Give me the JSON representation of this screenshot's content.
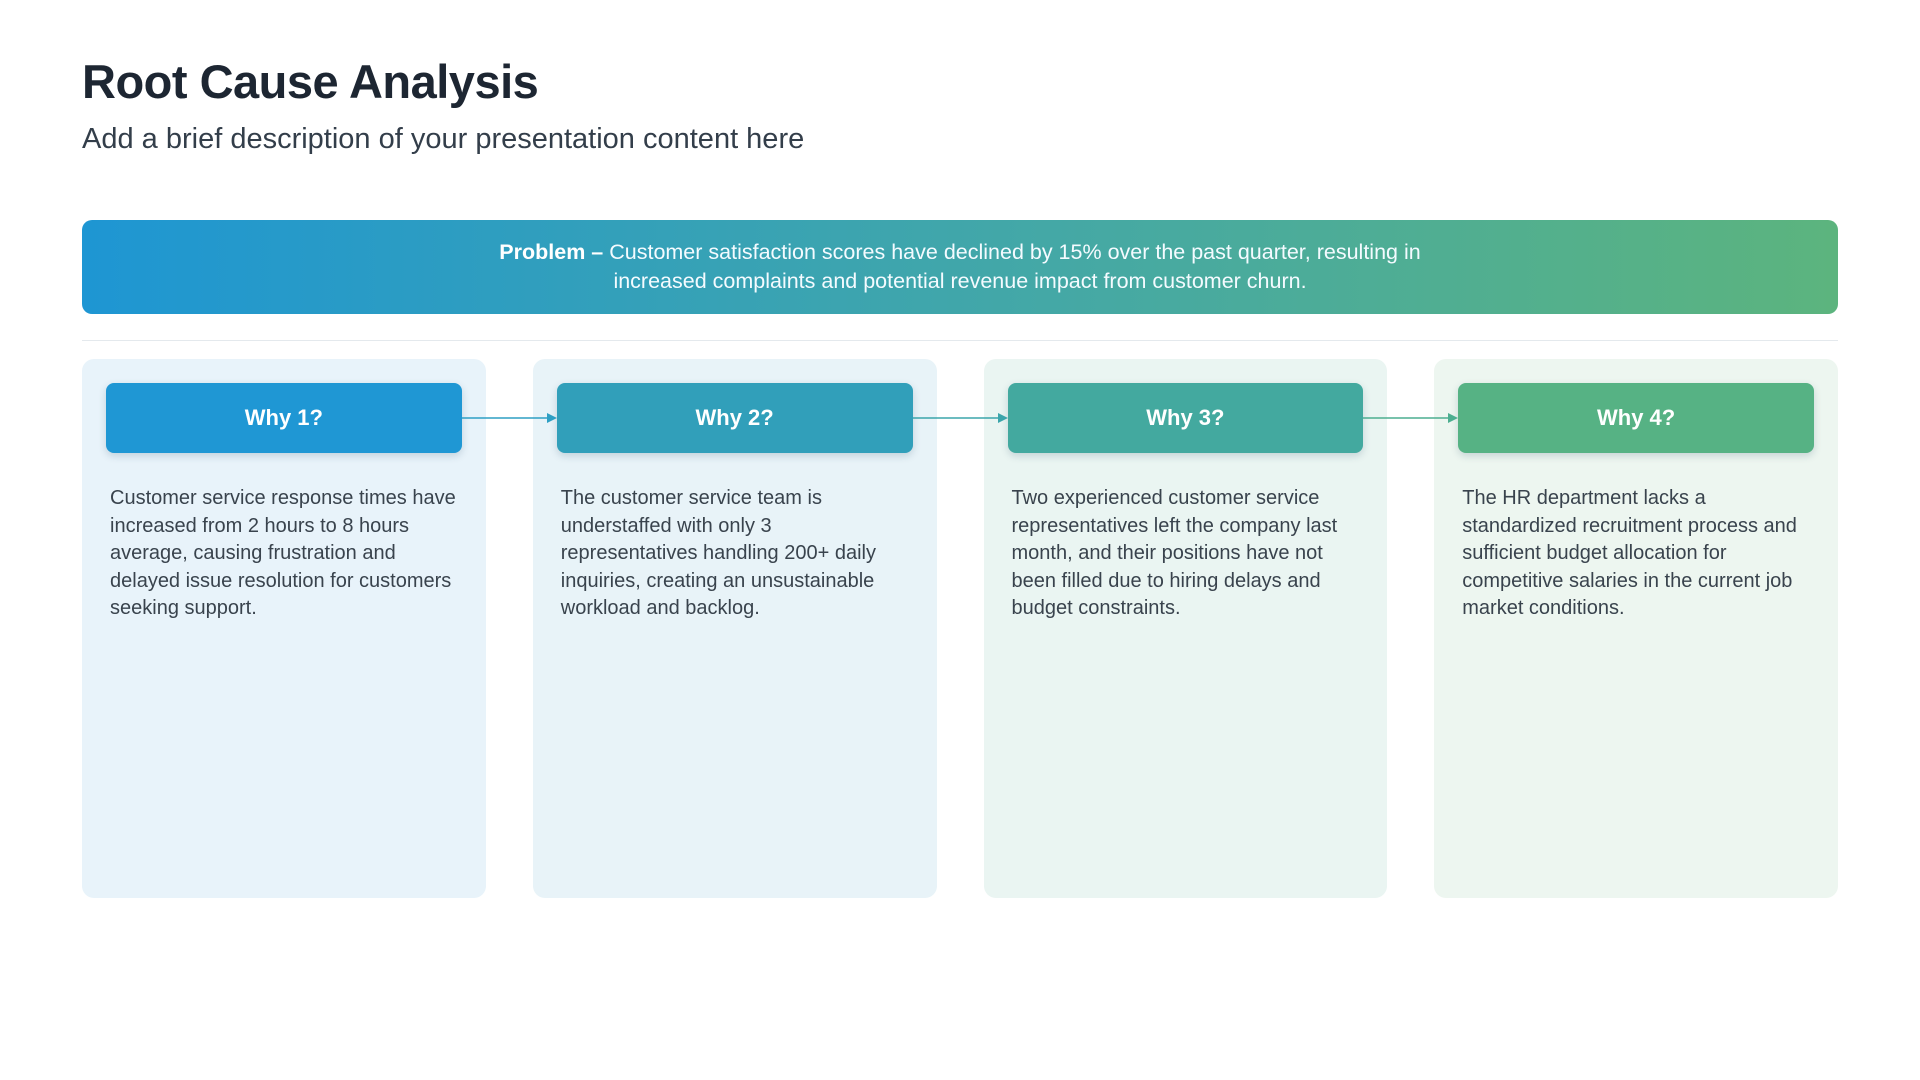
{
  "header": {
    "title": "Root Cause Analysis",
    "subtitle": "Add a brief description of your presentation content here"
  },
  "problem": {
    "label": "Problem –",
    "text": "Customer satisfaction scores have declined by 15% over the past quarter, resulting in increased complaints and potential revenue impact from customer churn.",
    "gradient": "linear-gradient(90deg, #1e96d3 0%, #44a8a6 55%, #5cb47e 100%)"
  },
  "whys": [
    {
      "label": "Why 1?",
      "text": "Customer service response times have increased from 2 hours to 8 hours average, causing frustration and delayed issue resolution for customers seeking support.",
      "button_color": "#1f97d4",
      "card_color": "#e8f3fa",
      "arrow_color": "#2e9fc4"
    },
    {
      "label": "Why 2?",
      "text": "The customer service team is understaffed with only 3 representatives handling 200+ daily inquiries, creating an unsustainable workload and backlog.",
      "button_color": "#319fba",
      "card_color": "#e8f3f8",
      "arrow_color": "#3ba5ab"
    },
    {
      "label": "Why 3?",
      "text": "Two experienced customer service representatives left the company last month, and their positions have not been filled due to hiring delays and budget constraints.",
      "button_color": "#43a99f",
      "card_color": "#eaf5f2",
      "arrow_color": "#4cae90"
    },
    {
      "label": "Why 4?",
      "text": "The HR department lacks a standardized recruitment process and sufficient budget allocation for competitive salaries in the current job market conditions.",
      "button_color": "#56b284",
      "card_color": "#edf6f0",
      "arrow_color": "#56b284"
    }
  ]
}
